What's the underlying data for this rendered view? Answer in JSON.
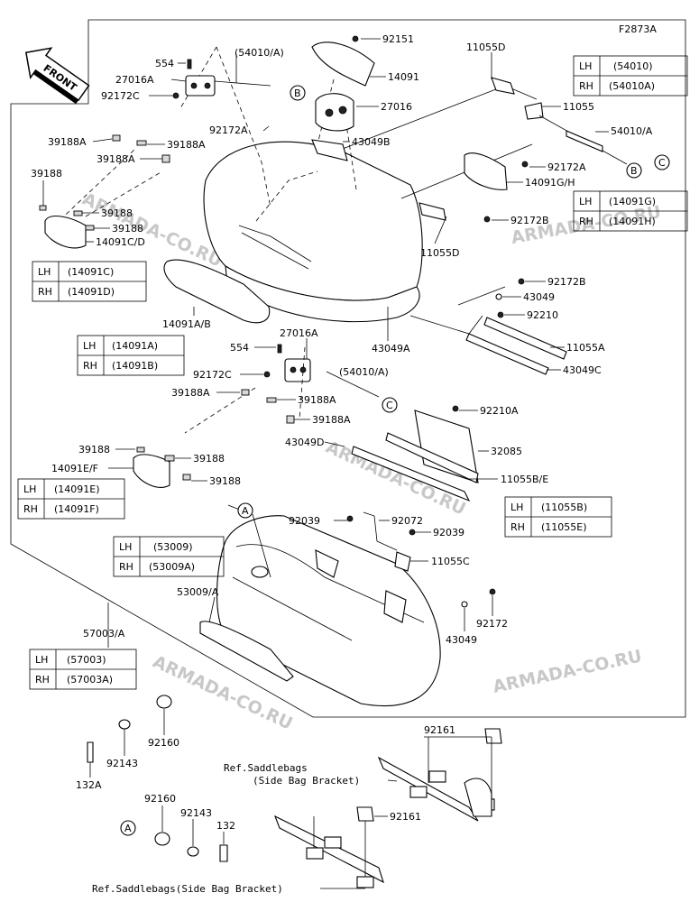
{
  "diagram_code": "F2873A",
  "front_label": "FRONT",
  "watermark": "ARMADA-CO.RU",
  "tables": {
    "t54010": [
      {
        "side": "LH",
        "part": "(54010)"
      },
      {
        "side": "RH",
        "part": "(54010A)"
      }
    ],
    "t14091g": [
      {
        "side": "LH",
        "part": "(14091G)"
      },
      {
        "side": "RH",
        "part": "(14091H)"
      }
    ],
    "t14091c": [
      {
        "side": "LH",
        "part": "(14091C)"
      },
      {
        "side": "RH",
        "part": "(14091D)"
      }
    ],
    "t14091a": [
      {
        "side": "LH",
        "part": "(14091A)"
      },
      {
        "side": "RH",
        "part": "(14091B)"
      }
    ],
    "t14091e": [
      {
        "side": "LH",
        "part": "(14091E)"
      },
      {
        "side": "RH",
        "part": "(14091F)"
      }
    ],
    "t53009": [
      {
        "side": "LH",
        "part": "(53009)"
      },
      {
        "side": "RH",
        "part": "(53009A)"
      }
    ],
    "t11055b": [
      {
        "side": "LH",
        "part": "(11055B)"
      },
      {
        "side": "RH",
        "part": "(11055E)"
      }
    ],
    "t57003": [
      {
        "side": "LH",
        "part": "(57003)"
      },
      {
        "side": "RH",
        "part": "(57003A)"
      }
    ]
  },
  "labels": {
    "l92151": "92151",
    "l554a": "554",
    "l54010a_top": "(54010/A)",
    "l27016a_top": "27016A",
    "l92172c_top": "92172C",
    "l14091": "14091",
    "l11055d_top": "11055D",
    "l27016": "27016",
    "l11055": "11055",
    "l92172a_top": "92172A",
    "l54010a": "54010/A",
    "l39188a_1": "39188A",
    "l39188a_2": "39188A",
    "l43049b": "43049B",
    "l39188a_3": "39188A",
    "l92172a_r": "92172A",
    "l39188_1": "39188",
    "l14091gh": "14091G/H",
    "l39188_2": "39188",
    "l39188_3": "39188",
    "l14091cd": "14091C/D",
    "l92172b_r": "92172B",
    "l11055d_b": "11055D",
    "l92172b_2": "92172B",
    "l43049": "43049",
    "l92210": "92210",
    "l14091ab": "14091A/B",
    "l43049a": "43049A",
    "l11055a": "11055A",
    "l43049c": "43049C",
    "l27016a_mid": "27016A",
    "l554b": "554",
    "l92172c_mid": "92172C",
    "l54010a_mid": "(54010/A)",
    "l39188a_4": "39188A",
    "l39188a_5": "39188A",
    "l39188a_6": "39188A",
    "l92210a": "92210A",
    "l43049d": "43049D",
    "l39188_4": "39188",
    "l39188_5": "39188",
    "l32085": "32085",
    "l14091ef": "14091E/F",
    "l11055be": "11055B/E",
    "l39188_6": "39188",
    "l92039_l": "92039",
    "l92072": "92072",
    "l92039_r": "92039",
    "l11055c": "11055C",
    "l53009a": "53009/A",
    "l57003a": "57003/A",
    "l43049_b": "43049",
    "l92172": "92172",
    "l92160_1": "92160",
    "l92143_1": "92143",
    "l132a": "132A",
    "l92161_1": "92161",
    "l92161_2": "92161",
    "l92160_2": "92160",
    "l92143_2": "92143",
    "l132": "132",
    "l_ref1a": "Ref.Saddlebags",
    "l_ref1b": "(Side Bag Bracket)",
    "l_ref2": "Ref.Saddlebags(Side Bag Bracket)"
  },
  "callouts": {
    "a1": "A",
    "a2": "A",
    "b1": "B",
    "b2": "B",
    "c1": "C",
    "c2": "C"
  }
}
